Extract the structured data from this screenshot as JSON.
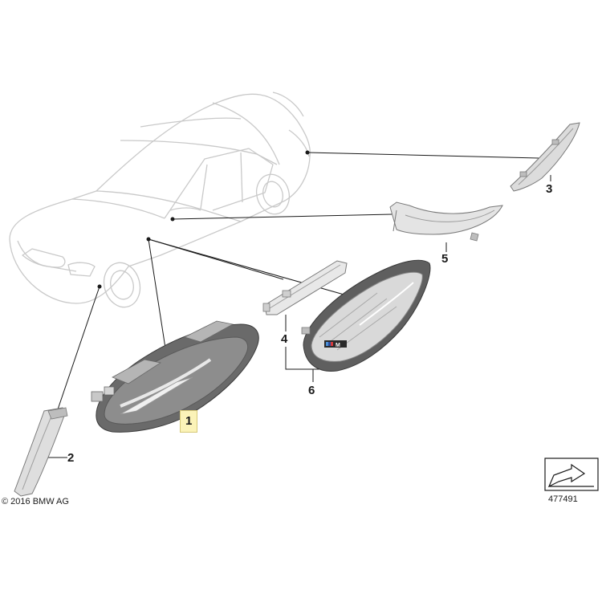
{
  "callouts": {
    "part_1": "1",
    "part_2": "2",
    "part_3": "3",
    "part_4": "4",
    "part_5": "5",
    "part_6": "6"
  },
  "footer": {
    "copyright": "© 2016 BMW AG",
    "diagram_number": "477491"
  },
  "badge": {
    "text": "M"
  },
  "colors": {
    "highlight": "#fbf3b8",
    "car_outline": "#c9c9c9",
    "leader_line": "#1a1a1a",
    "part_dark": "#6e6e6e",
    "part_light": "#d8d8d8"
  }
}
